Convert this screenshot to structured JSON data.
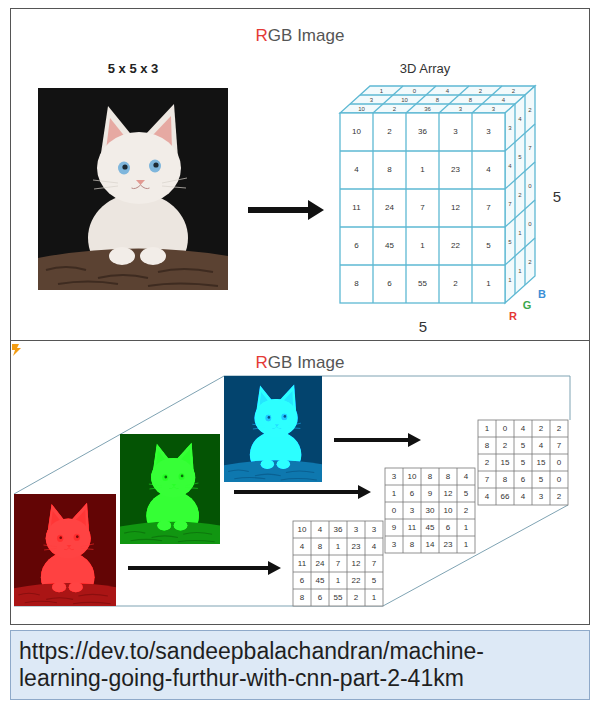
{
  "diagram": {
    "nodes": [
      {
        "text": [
          "RGB Image"
        ]
      },
      {
        "text": [
          "RGB Image"
        ]
      },
      {
        "text": [
          "https://dev.to/sandeepbalachandran/machine- learning-going-furthur-with-cnn-part-2-41km"
        ]
      }
    ],
    "labels": [
      "5 x 5 x 3",
      "3D Array",
      "10",
      "2",
      "36",
      "3",
      "3",
      "4",
      "8",
      "1",
      "23",
      "4",
      "11",
      "24",
      "7",
      "12",
      "7",
      "6",
      "45",
      "1",
      "22",
      "5",
      "8",
      "6",
      "55",
      "2",
      "1",
      "1",
      "0",
      "4",
      "2",
      "2",
      "3",
      "10",
      "8",
      "8",
      "4",
      "10",
      "2",
      "36",
      "3",
      "3",
      "3",
      "4",
      "2",
      "4",
      "5",
      "7",
      "7",
      "2",
      "0",
      "5",
      "1",
      "0",
      "1",
      "1",
      "2",
      "5",
      "5",
      "R",
      "G",
      "B",
      "1",
      "0",
      "4",
      "2",
      "2",
      "8",
      "2",
      "5",
      "4",
      "7",
      "2",
      "15",
      "5",
      "15",
      "0",
      "7",
      "8",
      "6",
      "5",
      "0",
      "4",
      "66",
      "4",
      "3",
      "2",
      "3",
      "10",
      "8",
      "8",
      "4",
      "1",
      "6",
      "9",
      "12",
      "5",
      "0",
      "3",
      "30",
      "10",
      "2",
      "9",
      "11",
      "45",
      "6",
      "1",
      "3",
      "8",
      "14",
      "23",
      "1",
      "10",
      "4",
      "36",
      "3",
      "3",
      "4",
      "8",
      "1",
      "23",
      "4",
      "11",
      "24",
      "7",
      "12",
      "7",
      "6",
      "45",
      "1",
      "22",
      "5",
      "8",
      "6",
      "55",
      "2",
      "1"
    ]
  }
}
